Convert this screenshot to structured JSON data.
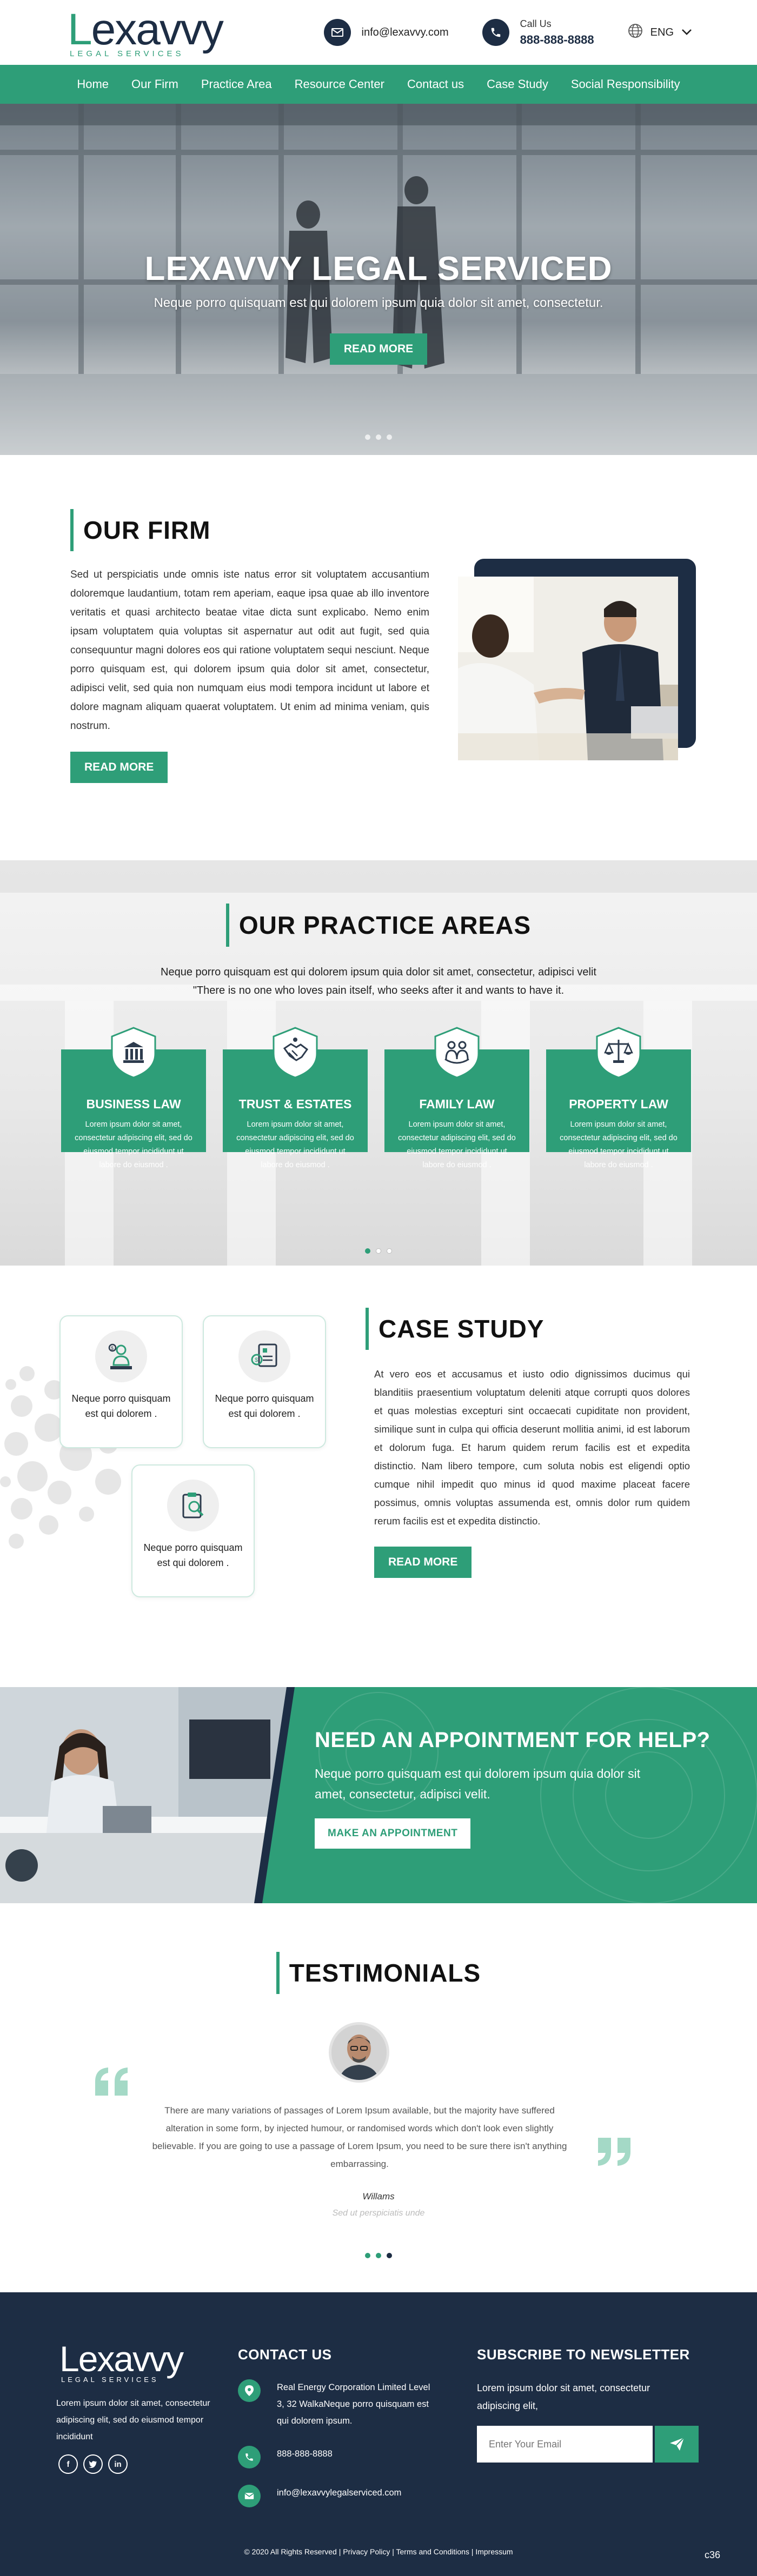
{
  "brand": {
    "name": "Lexavvy",
    "name_first": "L",
    "name_rest": "exavvy",
    "tagline": "LEGAL SERVICES",
    "accent": "#2e9e78",
    "dark": "#1d2d44"
  },
  "header": {
    "email": "info@lexavvy.com",
    "call_label": "Call Us",
    "phone": "888-888-8888",
    "language": "ENG"
  },
  "nav": [
    "Home",
    "Our Firm",
    "Practice Area",
    "Resource Center",
    "Contact us",
    "Case Study",
    "Social Responsibility"
  ],
  "hero": {
    "title": "LEXAVVY LEGAL SERVICED",
    "subtitle": "Neque porro quisquam est qui dolorem ipsum quia dolor sit amet, consectetur.",
    "button": "READ MORE",
    "slide_count": 3,
    "active_slide": 1
  },
  "firm": {
    "title": "OUR FIRM",
    "text": "Sed ut perspiciatis unde omnis iste natus error sit voluptatem accusantium doloremque laudantium, totam rem aperiam, eaque ipsa quae ab illo inventore veritatis et quasi architecto beatae vitae dicta sunt explicabo. Nemo enim ipsam voluptatem quia voluptas sit aspernatur aut odit aut fugit, sed quia consequuntur magni dolores eos qui ratione voluptatem sequi nesciunt. Neque porro quisquam est, qui dolorem ipsum quia dolor sit amet, consectetur, adipisci velit, sed quia non numquam eius modi tempora incidunt ut labore et dolore magnam aliquam quaerat voluptatem. Ut enim ad minima veniam, quis nostrum.",
    "button": "READ MORE"
  },
  "practice": {
    "title": "OUR PRACTICE AREAS",
    "desc_line1": "Neque porro quisquam est qui dolorem ipsum quia dolor sit amet, consectetur, adipisci velit",
    "desc_line2": "\"There is no one who loves pain itself, who seeks after it and wants to have it.",
    "cards": [
      {
        "title": "BUSINESS LAW",
        "text": "Lorem ipsum dolor sit amet, consectetur adipiscing elit, sed do eiusmod tempor incididunt ut labore do eiusmod .",
        "icon": "bank-icon"
      },
      {
        "title": "TRUST & ESTATES",
        "text": "Lorem ipsum dolor sit amet, consectetur adipiscing elit, sed do eiusmod tempor incididunt ut labore do eiusmod .",
        "icon": "handshake-icon"
      },
      {
        "title": "FAMILY LAW",
        "text": "Lorem ipsum dolor sit amet, consectetur adipiscing elit, sed do eiusmod tempor incididunt ut labore do eiusmod .",
        "icon": "family-icon"
      },
      {
        "title": "PROPERTY LAW",
        "text": "Lorem ipsum dolor sit amet, consectetur adipiscing elit, sed do eiusmod tempor incididunt ut labore do eiusmod .",
        "icon": "scales-icon"
      }
    ]
  },
  "case_study": {
    "title": "CASE STUDY",
    "cards": [
      {
        "text": "Neque porro quisquam est qui dolorem .",
        "icon": "person-money-icon"
      },
      {
        "text": "Neque porro quisquam est qui dolorem .",
        "icon": "profile-chart-icon"
      },
      {
        "text": "Neque porro quisquam est qui dolorem .",
        "icon": "clipboard-search-icon"
      }
    ],
    "text": "At vero eos et accusamus et iusto odio dignissimos ducimus qui blanditiis praesentium voluptatum deleniti atque corrupti quos dolores et quas molestias excepturi sint occaecati cupiditate non provident, similique sunt in culpa qui officia deserunt mollitia animi, id est laborum et dolorum fuga. Et harum quidem rerum facilis est et expedita distinctio. Nam libero tempore, cum soluta nobis est eligendi optio cumque nihil impedit quo minus id quod maxime placeat facere possimus, omnis voluptas assumenda est, omnis dolor rum quidem rerum facilis est et expedita distinctio.",
    "button": "READ MORE"
  },
  "appointment": {
    "title": "NEED AN APPOINTMENT FOR HELP?",
    "subtitle": "Neque porro quisquam est qui dolorem ipsum quia dolor sit amet, consectetur, adipisci velit.",
    "button": "MAKE AN APPOINTMENT"
  },
  "testimonials": {
    "title": "TESTIMONIALS",
    "text": "There are many variations of passages of Lorem Ipsum available, but the majority have suffered alteration in some form, by injected humour, or randomised words which don't look even slightly believable. If you are going to use a passage of Lorem Ipsum, you need to be sure there isn't anything embarrassing.",
    "name": "Willams",
    "role": "Sed ut perspiciatis unde",
    "slide_count": 3,
    "active_slide": 3
  },
  "footer": {
    "about": "Lorem ipsum dolor sit amet, consectetur adipiscing elit, sed do eiusmod tempor incididunt",
    "socials": [
      "facebook-icon",
      "twitter-icon",
      "linkedin-icon"
    ],
    "contact_title": "CONTACT US",
    "address": "Real Energy Corporation Limited Level 3, 32 WalkaNeque porro quisquam est qui dolorem ipsum.",
    "phone": "888-888-8888",
    "email": "info@lexavvylegalserviced.com",
    "newsletter_title": "SUBSCRIBE TO NEWSLETTER",
    "newsletter_text": "Lorem ipsum dolor sit amet, consectetur adipiscing elit,",
    "email_placeholder": "Enter Your Email",
    "copyright": "© 2020 All Rights Reserved | Privacy Policy | Terms and Conditions | Impressum",
    "corner_code": "c36"
  }
}
